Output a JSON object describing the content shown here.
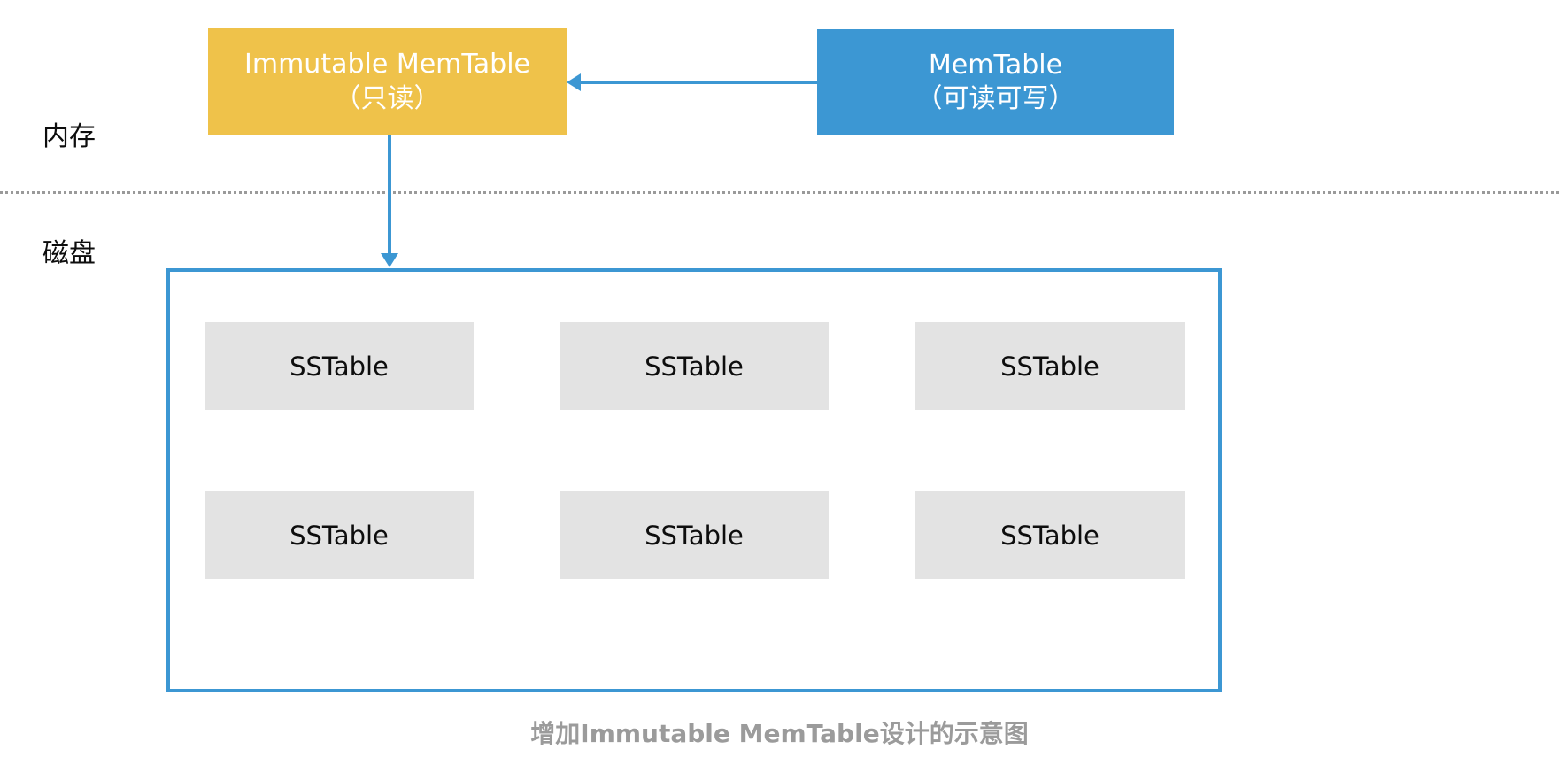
{
  "diagram": {
    "caption": "增加Immutable MemTable设计的示意图",
    "colors": {
      "immutable_box": "#EFC24A",
      "memtable_box": "#3C97D3",
      "arrow": "#3C97D3",
      "disk_border": "#3C97D3",
      "sstable_fill": "#E3E3E3",
      "caption_text": "#9B9B9B",
      "divider": "#9A9A9A"
    },
    "side_labels": {
      "memory": "内存",
      "disk": "磁盘"
    },
    "memory_tier": {
      "immutable_memtable": {
        "title": "Immutable MemTable",
        "subtitle": "（只读）"
      },
      "memtable": {
        "title": "MemTable",
        "subtitle": "（可读可写）"
      }
    },
    "arrows": [
      {
        "name": "memtable-to-immutable",
        "from": "MemTable",
        "to": "Immutable MemTable",
        "direction": "left",
        "label": ""
      },
      {
        "name": "immutable-to-disk",
        "from": "Immutable MemTable",
        "to": "Disk SSTables",
        "direction": "down",
        "label": ""
      }
    ],
    "disk_tier": {
      "rows": [
        [
          {
            "label": "SSTable"
          },
          {
            "label": "SSTable"
          },
          {
            "label": "SSTable"
          }
        ],
        [
          {
            "label": "SSTable"
          },
          {
            "label": "SSTable"
          },
          {
            "label": "SSTable"
          }
        ]
      ]
    }
  }
}
